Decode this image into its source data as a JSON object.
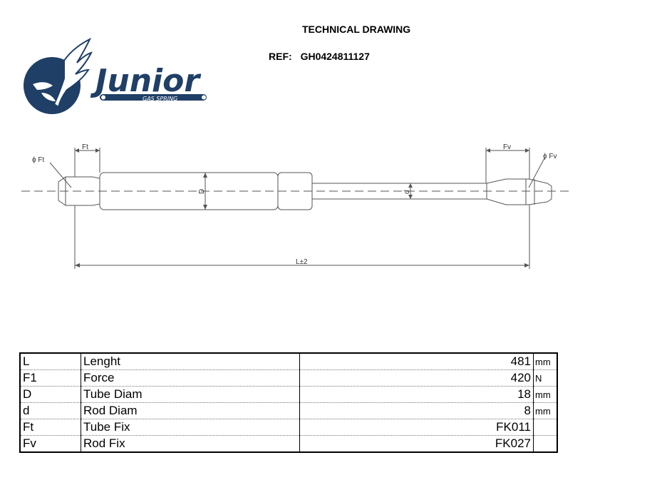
{
  "header": {
    "title": "TECHNICAL DRAWING",
    "ref_label": "REF:",
    "ref_value": "GH0424811127"
  },
  "logo": {
    "brand": "Junior",
    "tagline": "GAS SPRING",
    "icon": "winged-bird-emblem-icon",
    "color": "#1f3f66"
  },
  "drawing": {
    "labels": {
      "ft_dim": "Ft",
      "fv_dim": "Fv",
      "ft_diam": "ϕ Ft",
      "fv_diam": "ϕ Fv",
      "tube_d": "D",
      "rod_d": "d",
      "length": "L±2"
    }
  },
  "specs": {
    "rows": [
      {
        "symbol": "L",
        "name": "Lenght",
        "value": "481",
        "unit": "mm"
      },
      {
        "symbol": "F1",
        "name": "Force",
        "value": "420",
        "unit": "N"
      },
      {
        "symbol": "D",
        "name": "Tube Diam",
        "value": "18",
        "unit": "mm"
      },
      {
        "symbol": "d",
        "name": "Rod Diam",
        "value": "8",
        "unit": "mm"
      },
      {
        "symbol": "Ft",
        "name": "Tube Fix",
        "value": "FK011",
        "unit": ""
      },
      {
        "symbol": "Fv",
        "name": "Rod Fix",
        "value": "FK027",
        "unit": ""
      }
    ]
  }
}
